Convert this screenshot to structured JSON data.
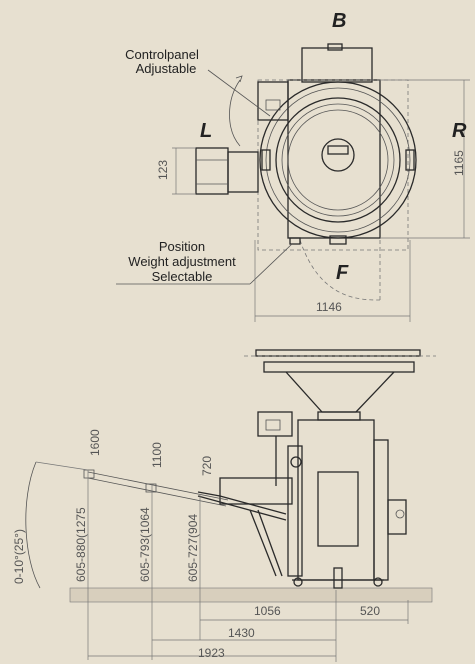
{
  "views": {
    "top": {
      "side_labels": {
        "back": "B",
        "left": "L",
        "right": "R",
        "front": "F"
      },
      "callouts": {
        "control_panel": [
          "Controlpanel",
          "Adjustable"
        ],
        "weight_adjustment": [
          "Position",
          "Weight adjustment",
          "Selectable"
        ]
      },
      "dimensions": {
        "depth": "1165",
        "width": "1146",
        "chute_height": "123"
      }
    },
    "side": {
      "dimensions": {
        "reach_near": "1056",
        "reach_mid": "1430",
        "reach_far": "1923",
        "rear": "520",
        "height_far": "1600",
        "height_mid": "1100",
        "height_near": "720",
        "range_far": "605-880(1275",
        "range_mid": "605-793(1064",
        "range_near": "605-727(904",
        "angle": "0-10°(25°)"
      }
    }
  }
}
